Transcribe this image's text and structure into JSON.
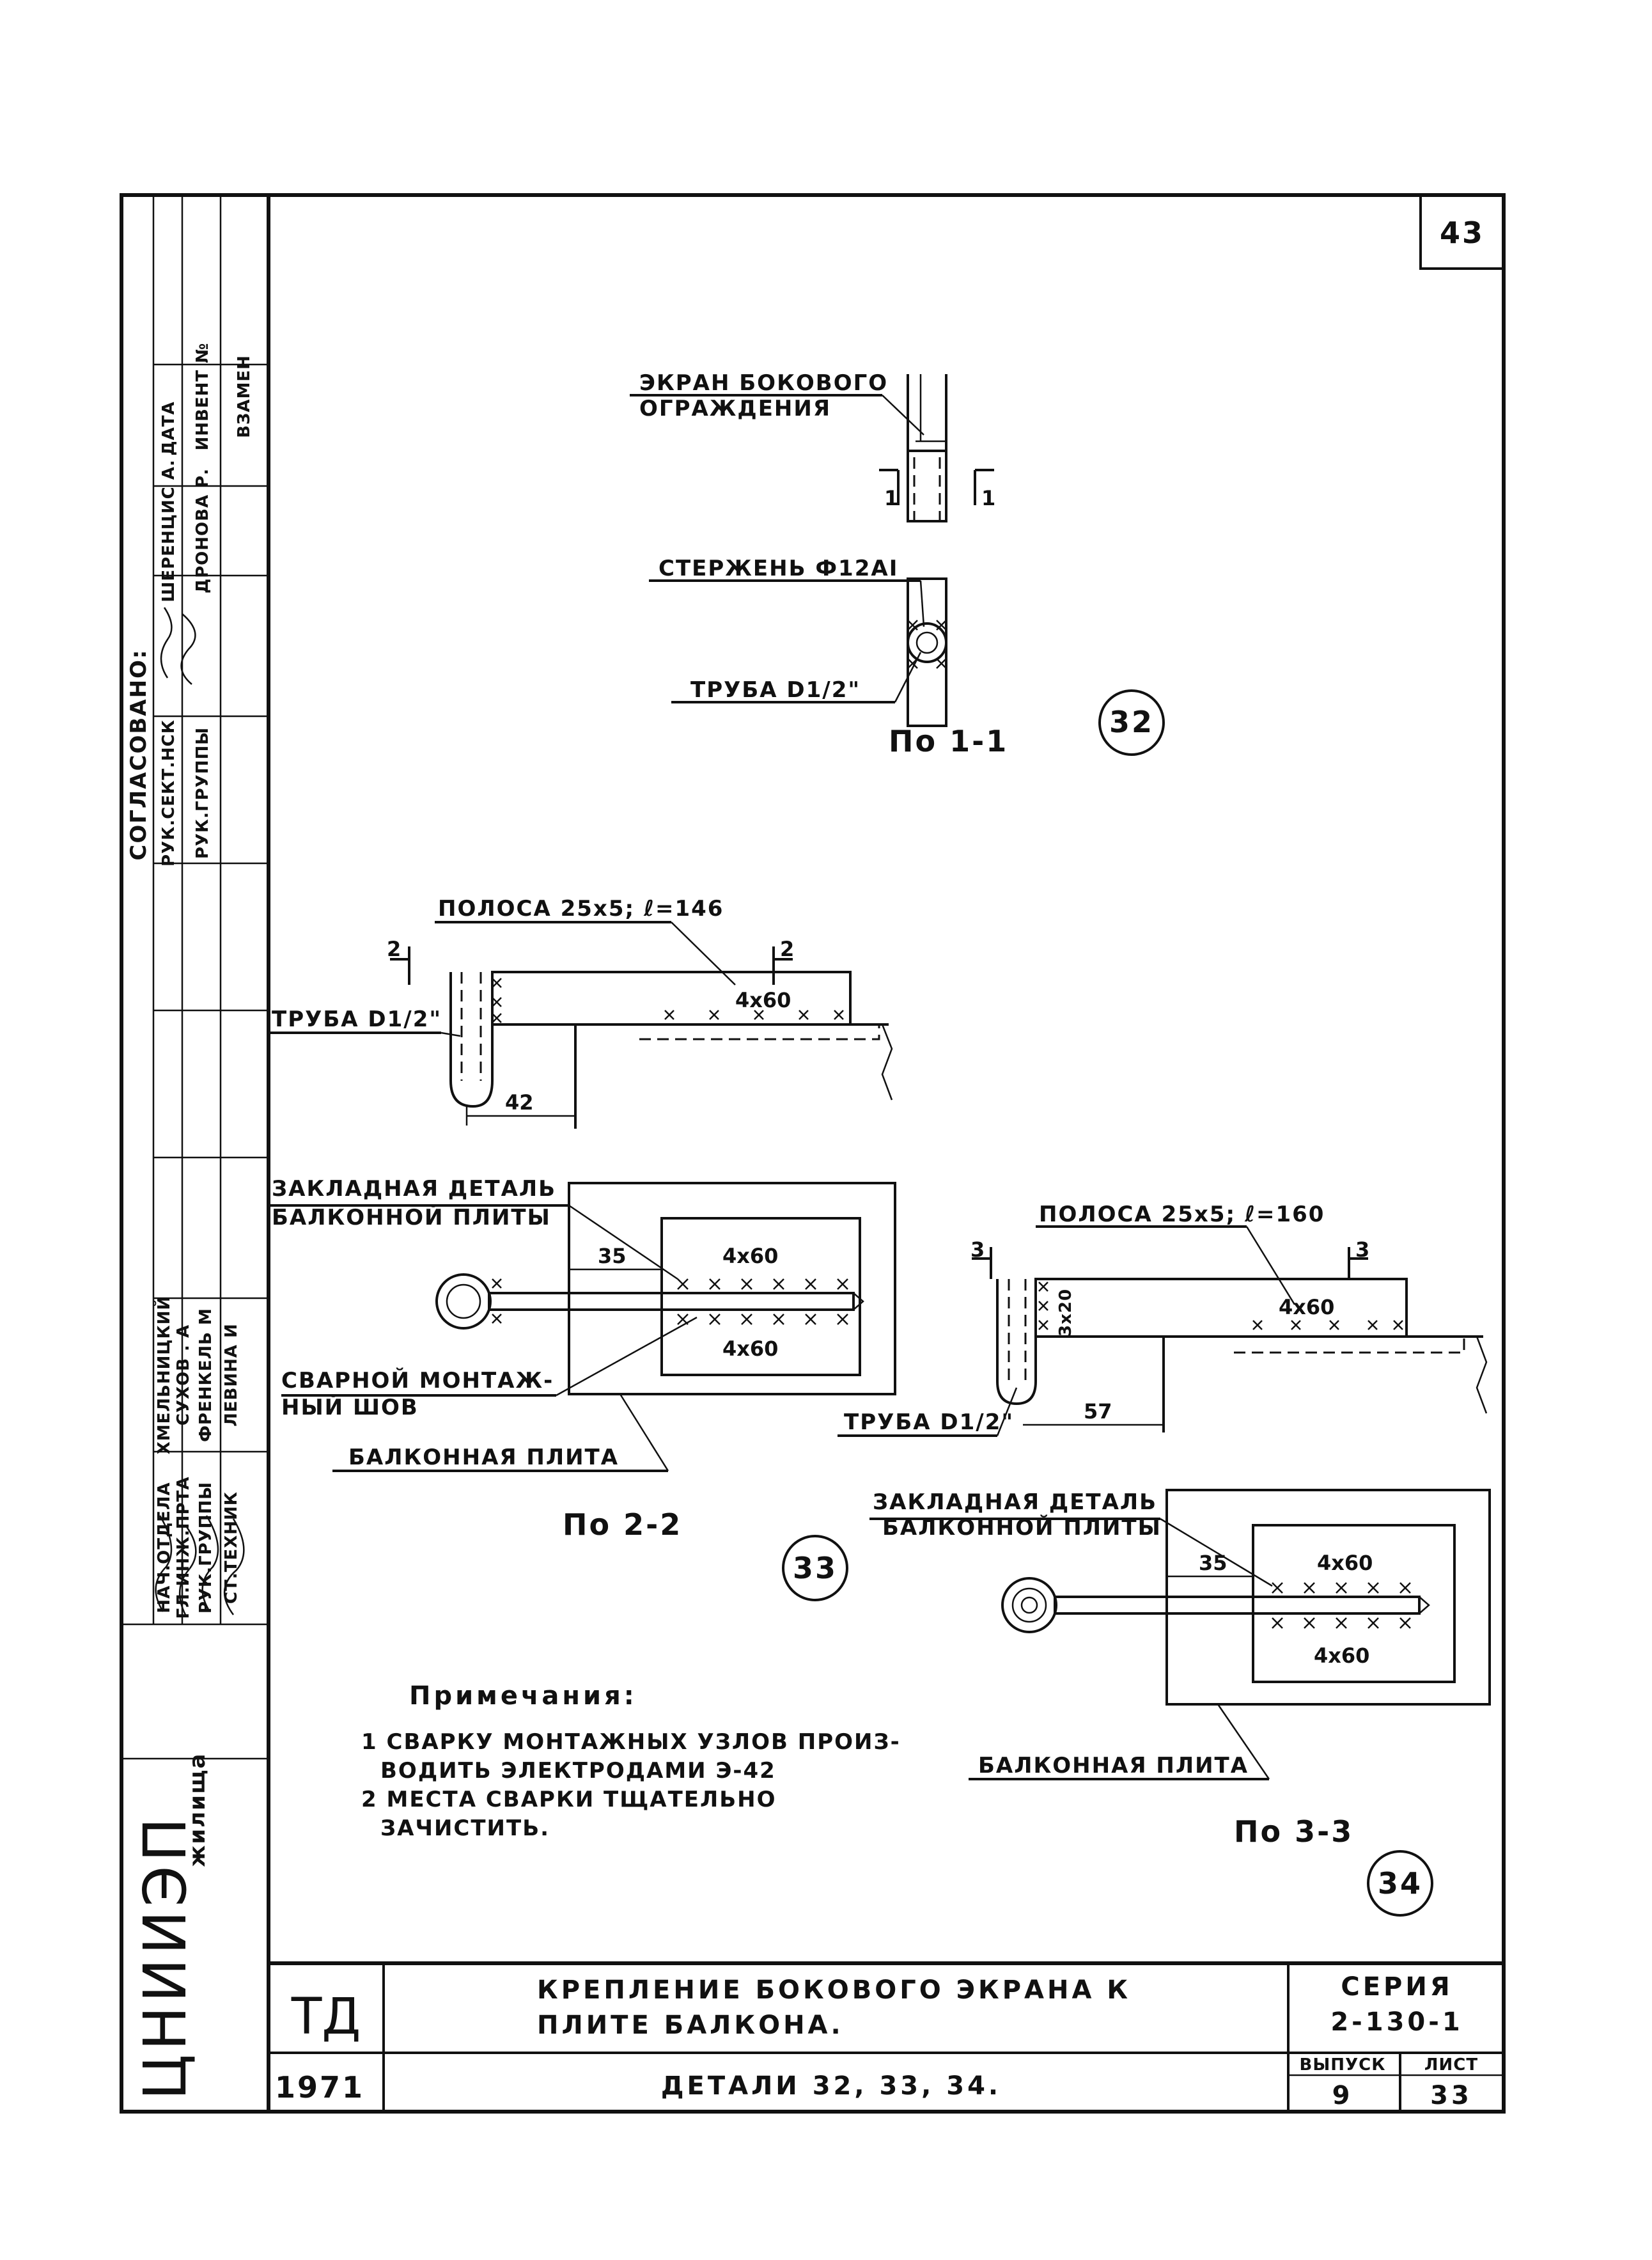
{
  "sheet": {
    "page_number": "43",
    "org": "ЦНИИЭП",
    "org_sub": "жилища"
  },
  "left_strip": {
    "approved_title": "СОГЛАСОВАНО:",
    "approved_cols": [
      "ДАТА",
      "ИНВЕНТ №",
      "ВЗАМЕН"
    ],
    "approved_rows": [
      {
        "role": "РУК.СЕКТ.НСК",
        "name": "ШЕРЕНЦИС А."
      },
      {
        "role": "РУК.ГРУППЫ",
        "name": "ДРОНОВА Р."
      }
    ],
    "staff_rows": [
      {
        "role": "НАЧ.ОТДЕЛА",
        "name": "ХМЕЛЬНИЦКИЙ"
      },
      {
        "role": "ГЛ.ИНЖ.ПРТА",
        "name": "СУХОВ . А"
      },
      {
        "role": "РУК.ГРУППЫ",
        "name": "ФРЕНКЕЛЬ М"
      },
      {
        "role": "СТ.ТЕХНИК",
        "name": "ЛЕВИНА И"
      }
    ]
  },
  "detail32": {
    "label_screen": "ЭКРАН БОКОВОГО",
    "label_screen2": "ОГРАЖДЕНИЯ",
    "label_rod": "СТЕРЖЕНЬ Ф12АI",
    "label_pipe": "ТРУБА D1/2\"",
    "section": "По 1-1",
    "mark": "32",
    "cut_mark": "1"
  },
  "detail33": {
    "label_strip": "ПОЛОСА 25х5; ℓ=146",
    "label_pipe": "ТРУБА D1/2\"",
    "weld": "4х60",
    "dim_42": "42",
    "cut_mark": "2",
    "label_embed": "ЗАКЛАДНАЯ ДЕТАЛЬ",
    "label_embed2": "БАЛКОННОЙ ПЛИТЫ",
    "dim_35": "35",
    "label_seam": "СВАРНОЙ МОНТАЖ-",
    "label_seam2": "НЫЙ ШОВ",
    "label_slab": "БАЛКОННАЯ ПЛИТА",
    "section": "По 2-2",
    "mark": "33"
  },
  "detail34": {
    "label_strip": "ПОЛОСА 25х5; ℓ=160",
    "weld": "4х60",
    "weld_side": "3х20",
    "dim_57": "57",
    "cut_mark": "3",
    "label_pipe": "ТРУБА D1/2\"",
    "label_embed": "ЗАКЛАДНАЯ ДЕТАЛЬ",
    "label_embed2": "БАЛКОННОЙ ПЛИТЫ",
    "dim_35": "35",
    "label_slab": "БАЛКОННАЯ ПЛИТА",
    "section": "По 3-3",
    "mark": "34"
  },
  "notes": {
    "title": "Примечания:",
    "items": [
      "1 СВАРКУ МОНТАЖНЫХ УЗЛОВ ПРОИЗ-",
      "ВОДИТЬ ЭЛЕКТРОДАМИ Э-42",
      "2 МЕСТА СВАРКИ ТЩАТЕЛЬНО",
      "ЗАЧИСТИТЬ."
    ]
  },
  "title_block": {
    "code": "ТД",
    "year": "1971",
    "title_line1": "КРЕПЛЕНИЕ БОКОВОГО ЭКРАНА К",
    "title_line2": "ПЛИТЕ БАЛКОНА.",
    "subtitle": "ДЕТАЛИ 32, 33, 34.",
    "series_label": "СЕРИЯ",
    "series": "2-130-1",
    "issue_label": "ВЫПУСК",
    "issue": "9",
    "sheet_label": "ЛИСТ",
    "sheet": "33"
  }
}
